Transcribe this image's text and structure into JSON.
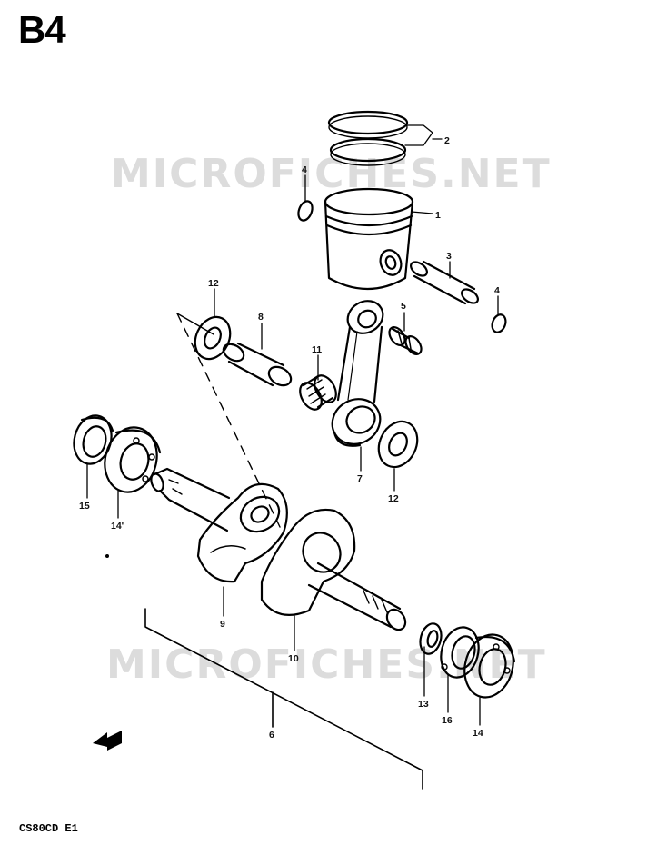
{
  "header": {
    "page_code": "B4"
  },
  "footer": {
    "model_code": "CS80CD E1"
  },
  "watermarks": [
    "MICROFICHES.NET",
    "MICROFICHES.NET"
  ],
  "callouts": {
    "c1": "1",
    "c2": "2",
    "c3": "3",
    "c4a": "4",
    "c4b": "4",
    "c5": "5",
    "c6": "6",
    "c7": "7",
    "c8": "8",
    "c9": "9",
    "c10": "10",
    "c11": "11",
    "c12a": "12",
    "c12b": "12",
    "c13": "13",
    "c14a": "14",
    "c14b": "14'",
    "c15": "15",
    "c16": "16"
  },
  "icons": {
    "direction": "arrow-left-icon"
  }
}
